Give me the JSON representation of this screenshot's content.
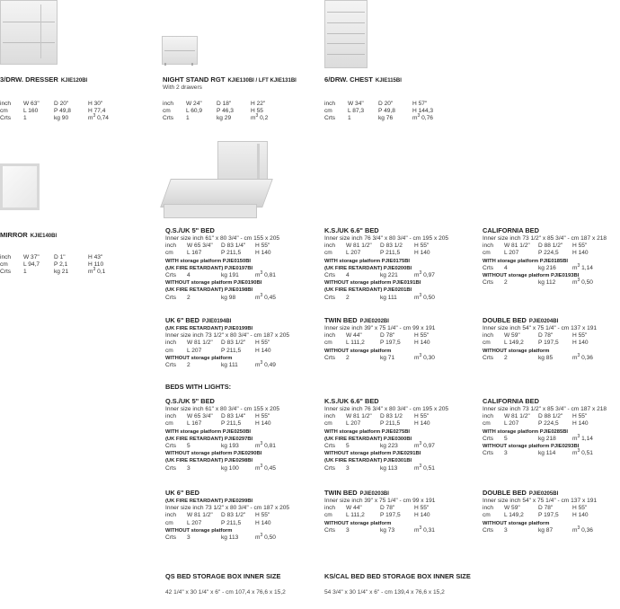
{
  "dresser": {
    "title": "3/DRW. DRESSER",
    "code": "KJIE120BI",
    "rows": [
      [
        "inch",
        "W 63\"",
        "D  20\"",
        "H  30\""
      ],
      [
        "cm",
        "L  160",
        "P  49,8",
        "H  77,4"
      ],
      [
        "Crts",
        "1",
        "kg  90",
        "m3 0,74"
      ]
    ]
  },
  "nightstand": {
    "title": "NIGHT STAND RGT",
    "code": "KJIE130BI / LFT KJIE131BI",
    "subtitle": "With 2 drawers",
    "rows": [
      [
        "inch",
        "W 24\"",
        "D  18\"",
        "H  22\""
      ],
      [
        "cm",
        "L  60,9",
        "P  46,3",
        "H  55"
      ],
      [
        "Crts",
        "1",
        "kg  29",
        "m3 0,2"
      ]
    ]
  },
  "chest": {
    "title": "6/DRW. CHEST",
    "code": "KJIE115BI",
    "rows": [
      [
        "inch",
        "W 34\"",
        "D  20\"",
        "H  57\""
      ],
      [
        "cm",
        "L  87,3",
        "P  49,8",
        "H  144,3"
      ],
      [
        "Crts",
        "1",
        "kg 76",
        "m3 0,76"
      ]
    ]
  },
  "mirror": {
    "title": "MIRROR",
    "code": "KJIE140BI",
    "rows": [
      [
        "inch",
        "W 37\"",
        "D  1\"",
        "H  43\""
      ],
      [
        "cm",
        "L  94,7",
        "P  2,1",
        "H  110"
      ],
      [
        "Crts",
        "1",
        "kg 21",
        "m3 0,1"
      ]
    ]
  },
  "beds": [
    {
      "title": "Q.S./UK 5\" BED",
      "code": "",
      "lines": [
        {
          "t": "Inner size inch 61\" x 80 3/4\" - cm 155 x 205"
        },
        {
          "c": [
            "inch",
            "W 65 3/4\"",
            "D  83 1/4\"",
            "H  55\""
          ]
        },
        {
          "c": [
            "cm",
            "L  167",
            "P  211,5",
            "H  140"
          ]
        },
        {
          "b": "WITH storage platform PJIE0150BI"
        },
        {
          "b": "(UK FIRE RETARDANT) PJIE0197BI"
        },
        {
          "c": [
            "Crts",
            "4",
            "kg  191",
            "m3 0,81"
          ]
        },
        {
          "b": "WITHOUT storage platform PJIE0190BI"
        },
        {
          "b": "(UK FIRE RETARDANT) PJIE0198BI"
        },
        {
          "c": [
            "Crts",
            "2",
            "kg  98",
            "m3 0,45"
          ]
        }
      ]
    },
    {
      "title": "K.S./UK 6.6\" BED",
      "code": "",
      "lines": [
        {
          "t": "Inner size inch 76 3/4\" x 80 3/4\" - cm 195 x 205"
        },
        {
          "c": [
            "inch",
            "W 81 1/2\"",
            "D  83 1/2",
            "H  55\""
          ]
        },
        {
          "c": [
            "cm",
            "L  207",
            "P  211,5",
            "H  140"
          ]
        },
        {
          "b": "WITH storage platform PJIE0175BI"
        },
        {
          "b": "(UK FIRE RETARDANT) PJIE0200BI"
        },
        {
          "c": [
            "Crts",
            "4",
            "kg 221",
            "m3 0,97"
          ]
        },
        {
          "b": "WITHOUT storage platform PJIE0191BI"
        },
        {
          "b": "(UK FIRE RETARDANT) PJIE0201BI"
        },
        {
          "c": [
            "Crts",
            "2",
            "kg  111",
            "m3 0,50"
          ]
        }
      ]
    },
    {
      "title": "CALIFORNIA BED",
      "code": "",
      "lines": [
        {
          "t": "Inner size inch 73 1/2\" x 85 3/4\" - cm 187 x 218"
        },
        {
          "c": [
            "inch",
            "W 81 1/2\"",
            "D  88 1/2\"",
            "H  55\""
          ]
        },
        {
          "c": [
            "cm",
            "L  207",
            "P  224,5",
            "H  140"
          ]
        },
        {
          "b": "WITH storage platform PJIE0185BI"
        },
        {
          "c": [
            "Crts",
            "4",
            "kg 216",
            "m3 1,14"
          ]
        },
        {
          "b": "WITHOUT storage platform PJIE0193BI"
        },
        {
          "c": [
            "Crts",
            "2",
            "kg 112",
            "m3 0,50"
          ]
        }
      ]
    },
    {
      "title": "UK 6\" BED",
      "code": "PJIE0194BI",
      "lines": [
        {
          "b": "(UK FIRE RETARDANT) PJIE0199BI"
        },
        {
          "t": "Inner size inch 73 1/2\" x 80 3/4\" - cm 187 x 205"
        },
        {
          "c": [
            "inch",
            "W 81 1/2\"",
            "D  83 1/2\"",
            "H  55\""
          ]
        },
        {
          "c": [
            "cm",
            "L  207",
            "P  211,5",
            "H  140"
          ]
        },
        {
          "b": "WITHOUT storage platform"
        },
        {
          "c": [
            "Crts",
            "2",
            "kg  111",
            "m3 0,49"
          ]
        }
      ]
    },
    {
      "title": "TWIN BED",
      "code": "PJIE0202BI",
      "lines": [
        {
          "t": "Inner size inch 39\" x 75 1/4\" - cm 99 x 191"
        },
        {
          "c": [
            "inch",
            "W 44\"",
            "D  78\"",
            "H  55\""
          ]
        },
        {
          "c": [
            "cm",
            "L  111,2",
            "P  197,5",
            "H  140"
          ]
        },
        {
          "b": "WITHOUT storage platform"
        },
        {
          "c": [
            "Crts",
            "2",
            "kg 71",
            "m3 0,30"
          ]
        }
      ]
    },
    {
      "title": "DOUBLE BED",
      "code": "PJIE0204BI",
      "lines": [
        {
          "t": "Inner size inch 54\" x 75 1/4\" - cm 137 x 191"
        },
        {
          "c": [
            "inch",
            "W 59\"",
            "D  78\"",
            "H  55\""
          ]
        },
        {
          "c": [
            "cm",
            "L  149,2",
            "P  197,5",
            "H  140"
          ]
        },
        {
          "b": "WITHOUT storage platform"
        },
        {
          "c": [
            "Crts",
            "2",
            "kg 85",
            "m3 0,36"
          ]
        }
      ]
    }
  ],
  "lights_section": "BEDS WITH LIGHTS:",
  "light_beds": [
    {
      "title": "Q.S./UK 5\" BED",
      "code": "",
      "lines": [
        {
          "t": "Inner size inch 61\" x 80 3/4\" - cm 155 x 205"
        },
        {
          "c": [
            "inch",
            "W 65 3/4\"",
            "D  83 1/4\"",
            "H  55\""
          ]
        },
        {
          "c": [
            "cm",
            "L  167",
            "P  211,5",
            "H  140"
          ]
        },
        {
          "b": "WITH storage platform PJIE0250BI"
        },
        {
          "b": "(UK FIRE RETARDANT) PJIE0297BI"
        },
        {
          "c": [
            "Crts",
            "5",
            "kg  193",
            "m3 0,81"
          ]
        },
        {
          "b": "WITHOUT storage platform PJIE0290BI"
        },
        {
          "b": "(UK FIRE RETARDANT) PJIE0298BI"
        },
        {
          "c": [
            "Crts",
            "3",
            "kg  100",
            "m3 0,45"
          ]
        }
      ]
    },
    {
      "title": "K.S./UK 6.6\" BED",
      "code": "",
      "lines": [
        {
          "t": "Inner size inch 76 3/4\" x 80 3/4\" - cm 195 x 205"
        },
        {
          "c": [
            "inch",
            "W 81 1/2\"",
            "D  83 1/2",
            "H  55\""
          ]
        },
        {
          "c": [
            "cm",
            "L  207",
            "P  211,5",
            "H  140"
          ]
        },
        {
          "b": "WITH storage platform PJIE0275BI"
        },
        {
          "b": "(UK FIRE RETARDANT) PJIE0300BI"
        },
        {
          "c": [
            "Crts",
            "5",
            "kg 223",
            "m3 0,97"
          ]
        },
        {
          "b": "WITHOUT storage platform PJIE0291BI"
        },
        {
          "b": "(UK FIRE RETARDANT) PJIE0301BI"
        },
        {
          "c": [
            "Crts",
            "3",
            "kg  113",
            "m3 0,51"
          ]
        }
      ]
    },
    {
      "title": "CALIFORNIA BED",
      "code": "",
      "lines": [
        {
          "t": "Inner size inch 73 1/2\" x 85 3/4\" - cm 187 x 218"
        },
        {
          "c": [
            "inch",
            "W 81 1/2\"",
            "D  88 1/2\"",
            "H  55\""
          ]
        },
        {
          "c": [
            "cm",
            "L  207",
            "P  224,5",
            "H  140"
          ]
        },
        {
          "b": "WITH storage platform PJIE0285BI"
        },
        {
          "c": [
            "Crts",
            "5",
            "kg 218",
            "m3 1,14"
          ]
        },
        {
          "b": "WITHOUT storage platform PJIE0293BI"
        },
        {
          "c": [
            "Crts",
            "3",
            "kg 114",
            "m3 0,51"
          ]
        }
      ]
    },
    {
      "title": "UK 6\" BED",
      "code": "",
      "lines": [
        {
          "b": "(UK FIRE RETARDANT) PJIE0299BI"
        },
        {
          "t": "Inner size inch 73 1/2\" x 80 3/4\" - cm 187 x 205"
        },
        {
          "c": [
            "inch",
            "W 81 1/2\"",
            "D  83 1/2\"",
            "H  55\""
          ]
        },
        {
          "c": [
            "cm",
            "L  207",
            "P  211,5",
            "H  140"
          ]
        },
        {
          "b": "WITHOUT storage platform"
        },
        {
          "c": [
            "Crts",
            "3",
            "kg  113",
            "m3 0,50"
          ]
        }
      ]
    },
    {
      "title": "TWIN BED",
      "code": "PJIE0203BI",
      "lines": [
        {
          "t": "Inner size inch 39\" x 75 1/4\" - cm 99 x 191"
        },
        {
          "c": [
            "inch",
            "W 44\"",
            "D  78\"",
            "H  55\""
          ]
        },
        {
          "c": [
            "cm",
            "L  111,2",
            "P  197,5",
            "H  140"
          ]
        },
        {
          "b": "WITHOUT storage platform"
        },
        {
          "c": [
            "Crts",
            "3",
            "kg 73",
            "m3 0,31"
          ]
        }
      ]
    },
    {
      "title": "DOUBLE BED",
      "code": "PJIE0205BI",
      "lines": [
        {
          "t": "Inner size inch 54\" x 75 1/4\" - cm 137 x 191"
        },
        {
          "c": [
            "inch",
            "W 59\"",
            "D  78\"",
            "H  55\""
          ]
        },
        {
          "c": [
            "cm",
            "L  149,2",
            "P  197,5",
            "H  140"
          ]
        },
        {
          "b": "WITHOUT storage platform"
        },
        {
          "c": [
            "Crts",
            "3",
            "kg 87",
            "m3 0,36"
          ]
        }
      ]
    }
  ],
  "storage_box": [
    {
      "title": "QS BED STORAGE BOX INNER SIZE",
      "text": "42 1/4\" x 30 1/4\" x 6\" - cm 107,4 x 76,6 x 15,2"
    },
    {
      "title": "KS/CAL BED  BED STORAGE BOX INNER SIZE",
      "text": "54 3/4\" x 30 1/4\" x 6\" - cm 139,4 x 76,6 x 15,2"
    }
  ]
}
